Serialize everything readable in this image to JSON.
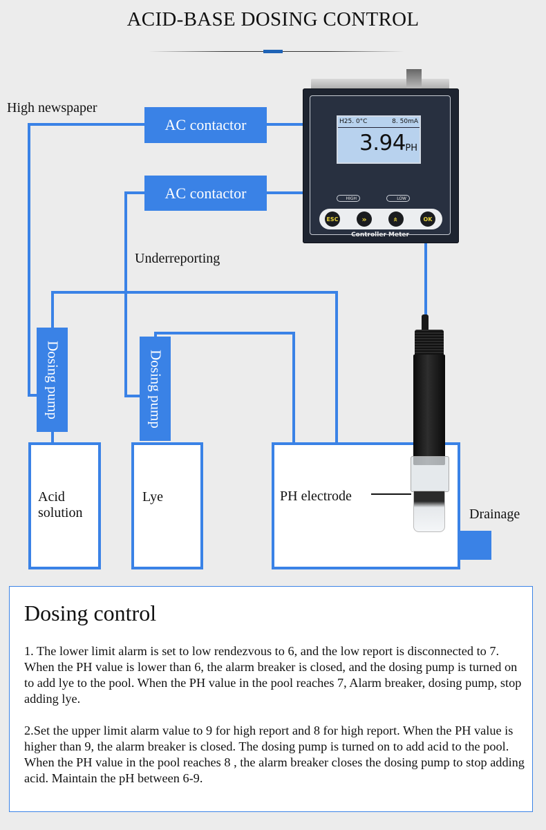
{
  "title": "ACID-BASE DOSING CONTROL",
  "colors": {
    "accent": "#3a82e6",
    "divider_accent": "#1f63b6",
    "background": "#ececec"
  },
  "diagram": {
    "labels": {
      "high": "High newspaper",
      "low": "Underreporting",
      "drainage": "Drainage",
      "ph_electrode": "PH electrode"
    },
    "contactors": [
      {
        "label": "AC contactor"
      },
      {
        "label": "AC contactor"
      }
    ],
    "pumps": [
      {
        "label": "Dosing pump"
      },
      {
        "label": "Dosing pump"
      }
    ],
    "tanks": [
      {
        "line1": "Acid",
        "line2": "solution"
      },
      {
        "line1": "Lye",
        "line2": ""
      }
    ],
    "meter": {
      "temperature": "H25. 0°C",
      "current": "8. 50mA",
      "value": "3.94",
      "unit": "PH",
      "leds": [
        "HIGH",
        "LOW"
      ],
      "buttons": [
        "ESC",
        "»",
        "«",
        "OK"
      ],
      "brand": "Controller Meter"
    }
  },
  "info": {
    "title": "Dosing control",
    "paragraphs": [
      "1. The lower limit alarm is set to low rendezvous to 6, and the low report is disconnected to 7. When the PH value is lower than 6, the alarm breaker is closed, and the dosing pump is turned on to add lye to the pool. When the PH value in the pool reaches 7, Alarm breaker, dosing pump, stop adding lye.",
      "2.Set the upper limit alarm value to 9 for high report and 8 for high report. When the PH value is higher than 9, the alarm breaker is closed. The dosing pump is turned on to add acid to the pool. When the PH value in the pool reaches 8 , the alarm breaker closes the dosing pump to stop adding acid. Maintain the pH between 6-9."
    ]
  }
}
